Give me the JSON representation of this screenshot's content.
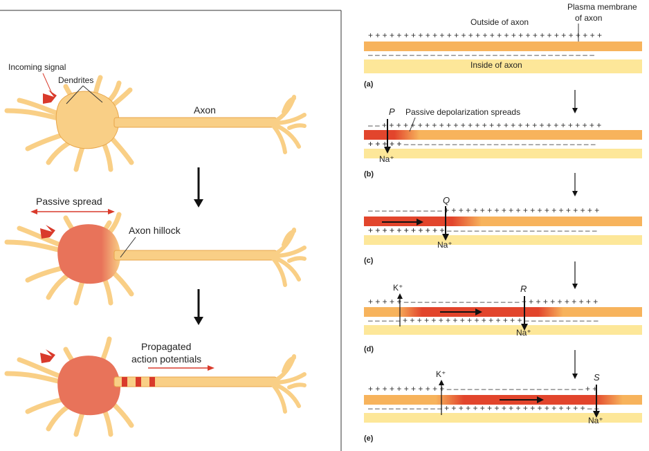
{
  "left": {
    "incoming_signal": "Incoming signal",
    "dendrites": "Dendrites",
    "axon": "Axon",
    "passive_spread": "Passive spread",
    "axon_hillock": "Axon hillock",
    "propagated_1": "Propagated",
    "propagated_2": "action potentials"
  },
  "right": {
    "plasma_1": "Plasma membrane",
    "plasma_2": "of axon",
    "outside": "Outside of axon",
    "inside": "Inside of axon",
    "passive_depol": "Passive depolarization spreads",
    "na": "Na⁺",
    "k": "K⁺",
    "panels": [
      {
        "id": "a",
        "label": "(a)",
        "letter": ""
      },
      {
        "id": "b",
        "label": "(b)",
        "letter": "P"
      },
      {
        "id": "c",
        "label": "(c)",
        "letter": "Q"
      },
      {
        "id": "d",
        "label": "(d)",
        "letter": "R"
      },
      {
        "id": "e",
        "label": "(e)",
        "letter": "S"
      }
    ]
  },
  "colors": {
    "neuron_fill": "#f9cf86",
    "neuron_stroke": "#e8a64a",
    "soma_active": "#e8735a",
    "signal_red": "#d93a2b",
    "membrane_orange": "#f7b35c",
    "inside_yellow": "#fde799",
    "depol_red": "#e2452c"
  }
}
